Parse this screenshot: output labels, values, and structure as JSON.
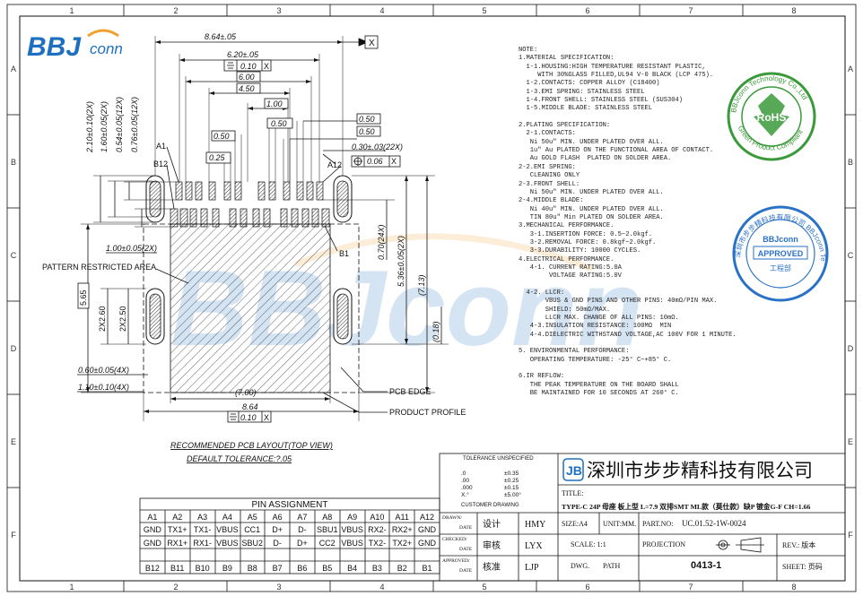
{
  "colors": {
    "brand_blue": "#1e6fbf",
    "brand_orange": "#f0a030",
    "rohs_green": "#3a9a3a",
    "stamp_blue": "#2a72c8",
    "line": "#111111"
  },
  "logo": {
    "brand": "BBJ",
    "suffix": "conn"
  },
  "watermark": {
    "text": "BBJconn"
  },
  "border": {
    "cols": [
      "1",
      "2",
      "3",
      "4",
      "5",
      "6",
      "7",
      "8"
    ],
    "rows": [
      "A",
      "B",
      "C",
      "D",
      "E",
      "F"
    ]
  },
  "drawing": {
    "datum": "X",
    "dims": {
      "overall_width": "8.64±.05",
      "pitch_62": "6.20±.05",
      "tol_box_010": "0.10",
      "tol_box_x": "X",
      "d600": "6.00",
      "d450": "4.50",
      "d100": "1.00",
      "d050a": "0.50",
      "d050b": "0.50",
      "d050c": "0.50",
      "d025": "0.25",
      "d050d": "0.50",
      "pad_width": "0.30±.03(22X)",
      "pos_tol_box": "0.06",
      "pos_tol_x": "X",
      "v210": "2.10±0.10(2X)",
      "v160": "1.60±0.05(2X)",
      "v054": "0.54±0.05(12X)",
      "v076": "0.76±0.05(12X)",
      "slot_100": "1.00±0.05(2X)",
      "pad_len": "0.70(24X)",
      "v536": "5.36±0.05(2X)",
      "v713": "(7.13)",
      "v565": "5.65",
      "v2x260": "2X2.60",
      "v2x250": "2X2.50",
      "v018": "(0.18)",
      "hole_060": "0.60±0.05(4X)",
      "hole_110": "1.10±0.10(4X)",
      "d700": "(7.00)",
      "bottom_864": "8.64",
      "bottom_tol": "0.10",
      "bottom_tol_x": "X"
    },
    "labels": {
      "a1": "A1",
      "b12": "B12",
      "a12": "A12",
      "b1": "B1",
      "pattern": "PATTERN RESTRICTED AREA",
      "pcb_edge": "PCB EDGE",
      "product_profile": "PRODUCT PROFILE",
      "layout_title": "RECOMMENDED PCB LAYOUT(TOP VIEW)",
      "default_tol": "DEFAULT TOLERANCE:?.05"
    }
  },
  "notes": [
    "NOTE:",
    "1.MATERIAL SPECIFICATION:",
    "  1-1.HOUSING:HIGH TEMPERATURE RESISTANT PLASTIC,",
    "     WITH 30%GLASS FILLED,UL94 V-0 BLACK (LCP 475).",
    "  1-2.CONTACTS: COPPER ALLOY (C18400)",
    "  1-3.EMI SPRING: STAINLESS STEEL",
    "  1-4.FRONT SHELL: STAINLESS STEEL (SUS304)",
    "  1-5.MIDDLE BLADE: STAINLESS STEEL",
    "",
    "2.PLATING SPECIFICATION:",
    "  2-1.CONTACTS:",
    "   Ni 50u\" MIN. UNDER PLATED OVER ALL.",
    "   1u\" Au PLATED ON THE FUNCTIONAL AREA OF CONTACT.",
    "   Au GOLD FLASH  PLATED ON SOLDER AREA.",
    "2-2.EMI SPRING:",
    "   CLEANING ONLY",
    "2-3.FRONT SHELL:",
    "   Ni 50u\" MIN. UNDER PLATED OVER ALL.",
    "2-4.MIDDLE BLADE:",
    "   Ni 40u\" MIN. UNDER PLATED OVER ALL.",
    "   TIN 80u\" Min PLATED ON SOLDER AREA.",
    "3.MECHANICAL PERFORMANCE.",
    "   3-1.INSERTION FORCE: 0.5~2.0kgf.",
    "   3-2.REMOVAL FORCE: 0.8kgf~2.0kgf.",
    "   3-3.DURABILITY: 10000 CYCLES.",
    "4.ELECTRICAL PERFORMANCE.",
    "   4-1. CURRENT RATING:5.0A",
    "        VOLTAGE RATING:5.0V",
    "",
    "  4-2. LLCR:",
    "       VBUS & GND PINS AND OTHER PINS: 40mΩ/PIN MAX.",
    "       SHIELD: 50mΩ/MAX.",
    "       LLCR MAX. CHANGE OF ALL PINS: 10mΩ.",
    "   4-3.INSULATION RESISTANCE: 100MΩ  MIN",
    "   4-4.DIELECTRIC WITHSTAND VOLTAGE,AC 100V FOR 1 MINUTE.",
    "",
    "5. ENVIRONMENTAL PERFORMANCE:",
    "   OPERATING TEMPERATURE: -25° C~+85° C.",
    "",
    "6.IR REFLOW:",
    "   THE PEAK TEMPERATURE ON THE BOARD SHALL",
    "   BE MAINTAINED FOR 10 SECONDS AT 260° C."
  ],
  "rohs": {
    "outer_top": "BBJconn Technology Co.,Ltd",
    "outer_bottom": "Green Product Compliant",
    "center": "RoHS"
  },
  "stamp": {
    "outer": "深圳市步步精科技有限公司 BBJconn Technology Co.,Ltd",
    "brand": "BBJconn",
    "approved": "APPROVED",
    "dept": "工程部"
  },
  "pin_table": {
    "title": "PIN ASSIGNMENT",
    "top_ids": [
      "A1",
      "A2",
      "A3",
      "A4",
      "A5",
      "A6",
      "A7",
      "A8",
      "A9",
      "A10",
      "A11",
      "A12"
    ],
    "top_sig": [
      "GND",
      "TX1+",
      "TX1-",
      "VBUS",
      "CC1",
      "D+",
      "D-",
      "SBU1",
      "VBUS",
      "RX2-",
      "RX2+",
      "GND"
    ],
    "bot_sig": [
      "GND",
      "RX1+",
      "RX1-",
      "VBUS",
      "SBU2",
      "D-",
      "D+",
      "CC2",
      "VBUS",
      "TX2-",
      "TX2+",
      "GND"
    ],
    "bot_ids": [
      "B12",
      "B11",
      "B10",
      "B9",
      "B8",
      "B7",
      "B6",
      "B5",
      "B4",
      "B3",
      "B2",
      "B1"
    ]
  },
  "tolerance": {
    "title": "TOLERANCE UNSPECIFIED",
    "rows": [
      {
        "k": ".0",
        "v": "±0.35"
      },
      {
        "k": ".00",
        "v": "±0.25"
      },
      {
        "k": ".000",
        "v": "±0.15"
      },
      {
        "k": "X.°",
        "v": "±5.00°"
      }
    ],
    "custom": "CUSTOMER DRAWING"
  },
  "title_block": {
    "company": "深圳市步步精科技有限公司",
    "title_label": "TITLE:",
    "title": "TYPE-C 24P 母座 板上型 L=7.9 双排SMT ML款（莫仕款）缺P 镀金G-F CH=1.66",
    "drawn_label": "DRAWN/",
    "date_label": "DATE",
    "design": "设计",
    "design_by": "HMY",
    "checked_label": "CHECKED/",
    "review": "审核",
    "review_by": "LYX",
    "approved_label": "APPROVED/",
    "approve": "核准",
    "approve_by": "LJP",
    "size": "SIZE:A4",
    "unit": "UNIT:MM.",
    "part_label": "PART.NO:",
    "part_no": "UC.01.52-1W-0024",
    "scale": "SCALE: 1:1",
    "projection": "PROJECTION",
    "rev": "REV.: 版本",
    "dwg_label": "DWG.",
    "path_label": "PATH",
    "dwg_no": "0413-1",
    "sheet": "SHEET: 页码"
  }
}
